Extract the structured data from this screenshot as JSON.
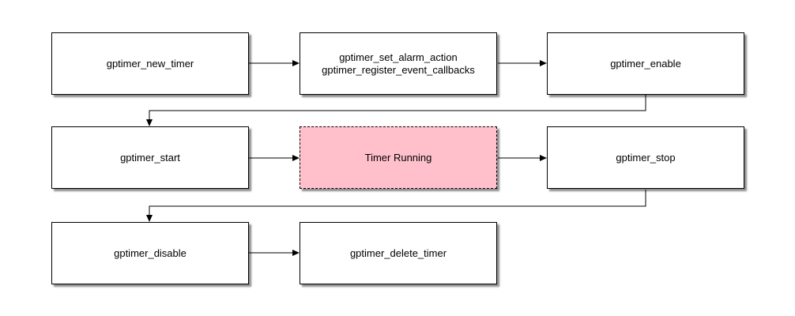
{
  "diagram": {
    "nodes": {
      "new_timer": {
        "label": "gptimer_new_timer"
      },
      "set_alarm": {
        "line1": "gptimer_set_alarm_action",
        "line2": "gptimer_register_event_callbacks"
      },
      "enable": {
        "label": "gptimer_enable"
      },
      "start": {
        "label": "gptimer_start"
      },
      "timer_running": {
        "label": "Timer Running"
      },
      "stop": {
        "label": "gptimer_stop"
      },
      "disable": {
        "label": "gptimer_disable"
      },
      "delete_timer": {
        "label": "gptimer_delete_timer"
      }
    },
    "colors": {
      "background": "#ffffff",
      "node_fill": "#ffffff",
      "node_border": "#000000",
      "running_fill": "#ffc0cb",
      "connector": "#000000"
    }
  }
}
